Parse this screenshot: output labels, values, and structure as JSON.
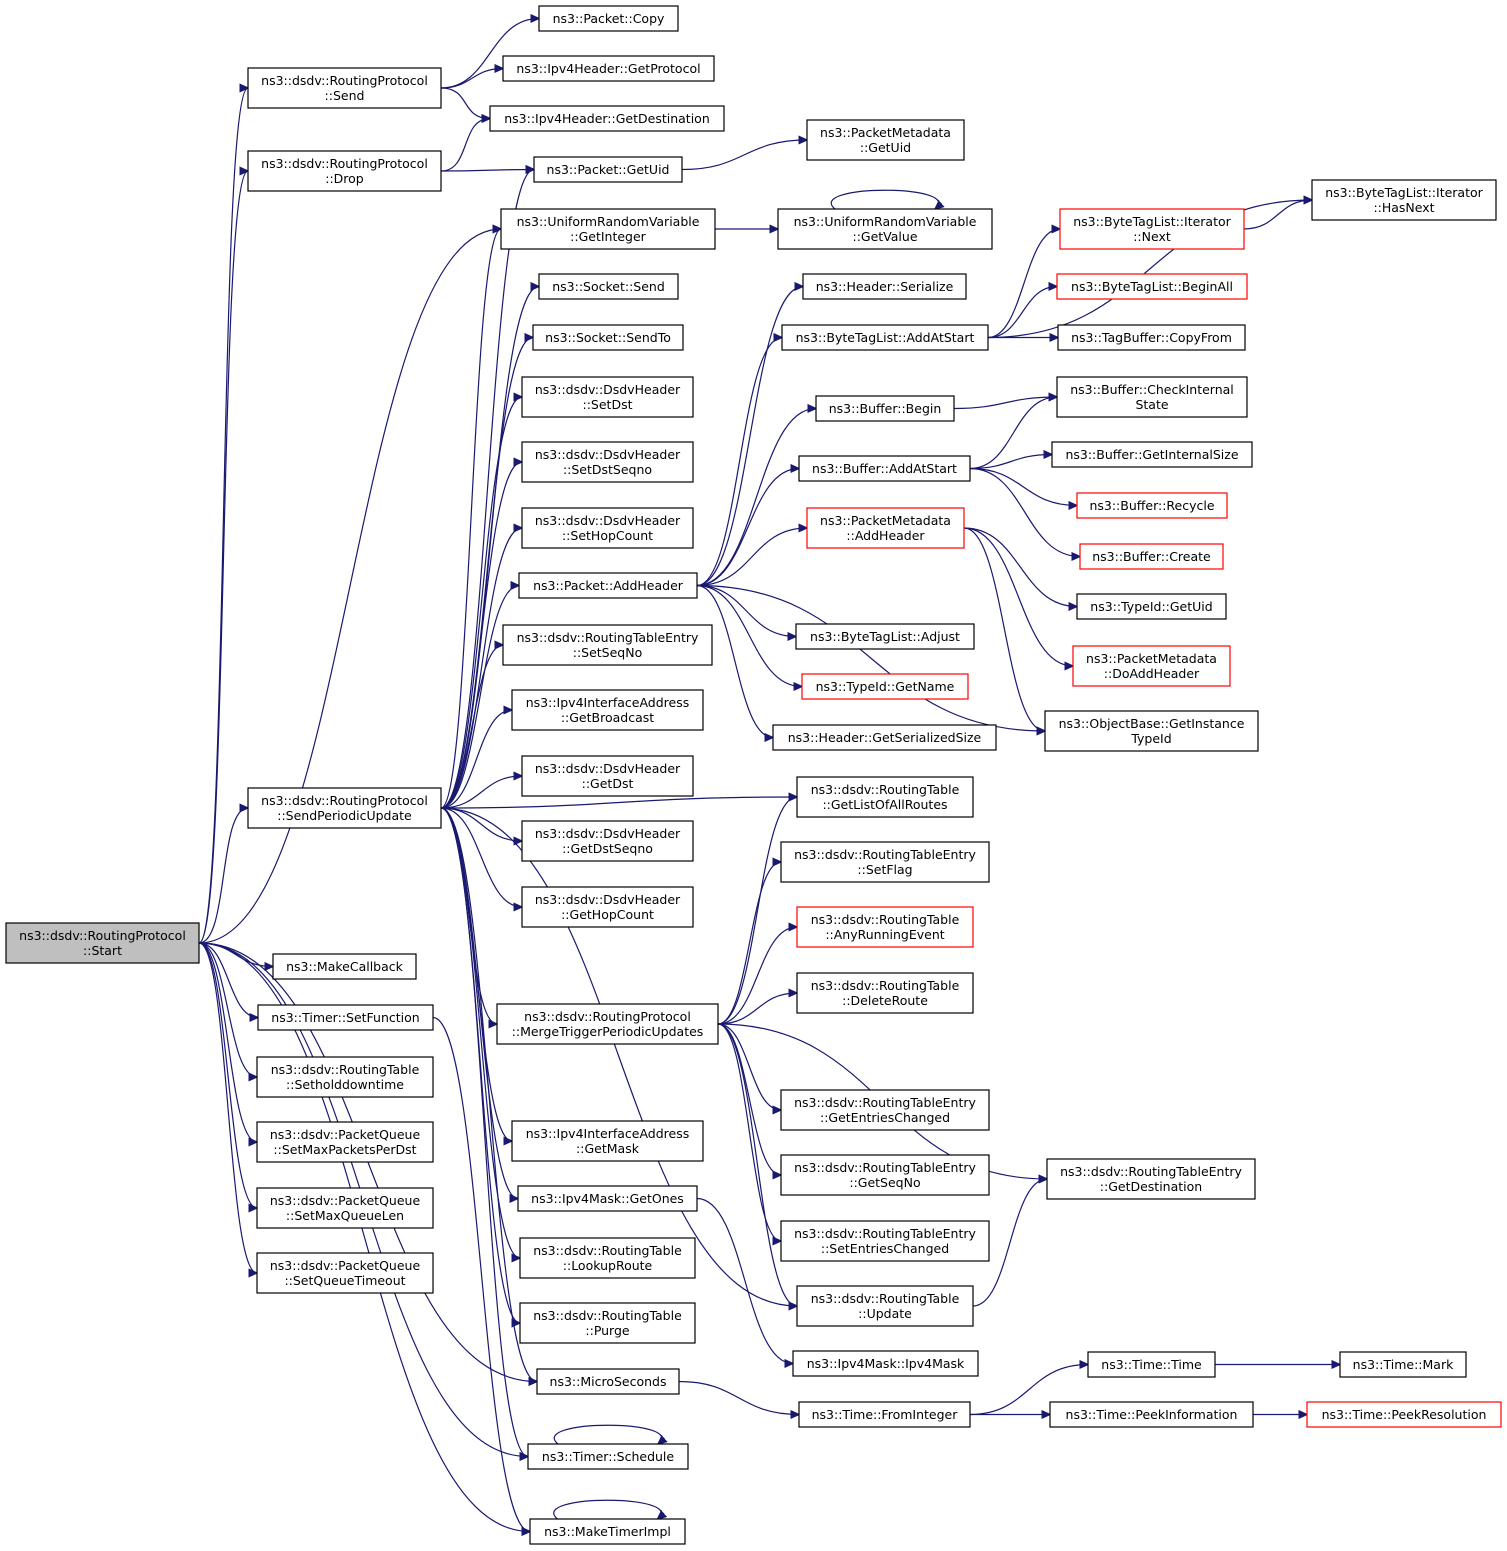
{
  "diagram": {
    "type": "call-graph",
    "colors": {
      "edge": "#191970",
      "root_fill": "#bfbfbf",
      "node_border": "#000000",
      "truncated_border": "#ff0000"
    },
    "nodes": [
      {
        "id": "start",
        "lines": [
          "ns3::dsdv::RoutingProtocol",
          "::Start"
        ],
        "style": "root"
      },
      {
        "id": "send",
        "lines": [
          "ns3::dsdv::RoutingProtocol",
          "::Send"
        ]
      },
      {
        "id": "drop",
        "lines": [
          "ns3::dsdv::RoutingProtocol",
          "::Drop"
        ]
      },
      {
        "id": "sendperiodic",
        "lines": [
          "ns3::dsdv::RoutingProtocol",
          "::SendPeriodicUpdate"
        ]
      },
      {
        "id": "makecallback",
        "lines": [
          "ns3::MakeCallback"
        ]
      },
      {
        "id": "timersetfunction",
        "lines": [
          "ns3::Timer::SetFunction"
        ]
      },
      {
        "id": "setholddown",
        "lines": [
          "ns3::dsdv::RoutingTable",
          "::Setholddowntime"
        ]
      },
      {
        "id": "setmaxpackets",
        "lines": [
          "ns3::dsdv::PacketQueue",
          "::SetMaxPacketsPerDst"
        ]
      },
      {
        "id": "setmaxqueuelen",
        "lines": [
          "ns3::dsdv::PacketQueue",
          "::SetMaxQueueLen"
        ]
      },
      {
        "id": "setqueuetimeout",
        "lines": [
          "ns3::dsdv::PacketQueue",
          "::SetQueueTimeout"
        ]
      },
      {
        "id": "packetcopy",
        "lines": [
          "ns3::Packet::Copy"
        ]
      },
      {
        "id": "getprotocol",
        "lines": [
          "ns3::Ipv4Header::GetProtocol"
        ]
      },
      {
        "id": "getdestination",
        "lines": [
          "ns3::Ipv4Header::GetDestination"
        ]
      },
      {
        "id": "packetgetuid",
        "lines": [
          "ns3::Packet::GetUid"
        ]
      },
      {
        "id": "urvgetinteger",
        "lines": [
          "ns3::UniformRandomVariable",
          "::GetInteger"
        ]
      },
      {
        "id": "socketsend",
        "lines": [
          "ns3::Socket::Send"
        ]
      },
      {
        "id": "socketsendto",
        "lines": [
          "ns3::Socket::SendTo"
        ]
      },
      {
        "id": "setdst",
        "lines": [
          "ns3::dsdv::DsdvHeader",
          "::SetDst"
        ]
      },
      {
        "id": "setdstseqno",
        "lines": [
          "ns3::dsdv::DsdvHeader",
          "::SetDstSeqno"
        ]
      },
      {
        "id": "sethopcount",
        "lines": [
          "ns3::dsdv::DsdvHeader",
          "::SetHopCount"
        ]
      },
      {
        "id": "packetaddheader",
        "lines": [
          "ns3::Packet::AddHeader"
        ]
      },
      {
        "id": "rtesetseqno",
        "lines": [
          "ns3::dsdv::RoutingTableEntry",
          "::SetSeqNo"
        ]
      },
      {
        "id": "ifaddrgetbroadcast",
        "lines": [
          "ns3::Ipv4InterfaceAddress",
          "::GetBroadcast"
        ]
      },
      {
        "id": "getdst",
        "lines": [
          "ns3::dsdv::DsdvHeader",
          "::GetDst"
        ]
      },
      {
        "id": "getdstseqno",
        "lines": [
          "ns3::dsdv::DsdvHeader",
          "::GetDstSeqno"
        ]
      },
      {
        "id": "gethopcount",
        "lines": [
          "ns3::dsdv::DsdvHeader",
          "::GetHopCount"
        ]
      },
      {
        "id": "mergetrigger",
        "lines": [
          "ns3::dsdv::RoutingProtocol",
          "::MergeTriggerPeriodicUpdates"
        ]
      },
      {
        "id": "ifaddrgetmask",
        "lines": [
          "ns3::Ipv4InterfaceAddress",
          "::GetMask"
        ]
      },
      {
        "id": "maskgetones",
        "lines": [
          "ns3::Ipv4Mask::GetOnes"
        ]
      },
      {
        "id": "rtlookuproute",
        "lines": [
          "ns3::dsdv::RoutingTable",
          "::LookupRoute"
        ]
      },
      {
        "id": "rtpurge",
        "lines": [
          "ns3::dsdv::RoutingTable",
          "::Purge"
        ]
      },
      {
        "id": "microseconds",
        "lines": [
          "ns3::MicroSeconds"
        ]
      },
      {
        "id": "timerschedule",
        "lines": [
          "ns3::Timer::Schedule"
        ]
      },
      {
        "id": "maketimerimpl",
        "lines": [
          "ns3::MakeTimerImpl"
        ]
      },
      {
        "id": "pmgetuid",
        "lines": [
          "ns3::PacketMetadata",
          "::GetUid"
        ]
      },
      {
        "id": "urvgetvalue",
        "lines": [
          "ns3::UniformRandomVariable",
          "::GetValue"
        ]
      },
      {
        "id": "headerserialize",
        "lines": [
          "ns3::Header::Serialize"
        ]
      },
      {
        "id": "btladdatstart",
        "lines": [
          "ns3::ByteTagList::AddAtStart"
        ]
      },
      {
        "id": "bufferbegin",
        "lines": [
          "ns3::Buffer::Begin"
        ]
      },
      {
        "id": "bufferaddatstart",
        "lines": [
          "ns3::Buffer::AddAtStart"
        ]
      },
      {
        "id": "pmaddheader",
        "lines": [
          "ns3::PacketMetadata",
          "::AddHeader"
        ],
        "style": "red"
      },
      {
        "id": "btladjust",
        "lines": [
          "ns3::ByteTagList::Adjust"
        ]
      },
      {
        "id": "typeidgetname",
        "lines": [
          "ns3::TypeId::GetName"
        ],
        "style": "red"
      },
      {
        "id": "headergetserializedsize",
        "lines": [
          "ns3::Header::GetSerializedSize"
        ]
      },
      {
        "id": "rtgetlistofallroutes",
        "lines": [
          "ns3::dsdv::RoutingTable",
          "::GetListOfAllRoutes"
        ]
      },
      {
        "id": "rtesetflag",
        "lines": [
          "ns3::dsdv::RoutingTableEntry",
          "::SetFlag"
        ]
      },
      {
        "id": "rtanyrunningevent",
        "lines": [
          "ns3::dsdv::RoutingTable",
          "::AnyRunningEvent"
        ],
        "style": "red"
      },
      {
        "id": "rtdeleteroute",
        "lines": [
          "ns3::dsdv::RoutingTable",
          "::DeleteRoute"
        ]
      },
      {
        "id": "rtegetentrieschanged",
        "lines": [
          "ns3::dsdv::RoutingTableEntry",
          "::GetEntriesChanged"
        ]
      },
      {
        "id": "rtegetseqno",
        "lines": [
          "ns3::dsdv::RoutingTableEntry",
          "::GetSeqNo"
        ]
      },
      {
        "id": "rtesetentrieschanged",
        "lines": [
          "ns3::dsdv::RoutingTableEntry",
          "::SetEntriesChanged"
        ]
      },
      {
        "id": "rtupdate",
        "lines": [
          "ns3::dsdv::RoutingTable",
          "::Update"
        ]
      },
      {
        "id": "maskipv4mask",
        "lines": [
          "ns3::Ipv4Mask::Ipv4Mask"
        ]
      },
      {
        "id": "timefrominteger",
        "lines": [
          "ns3::Time::FromInteger"
        ]
      },
      {
        "id": "btlitnext",
        "lines": [
          "ns3::ByteTagList::Iterator",
          "::Next"
        ],
        "style": "red"
      },
      {
        "id": "btlbeginall",
        "lines": [
          "ns3::ByteTagList::BeginAll"
        ],
        "style": "red"
      },
      {
        "id": "tagbuffercopyfrom",
        "lines": [
          "ns3::TagBuffer::CopyFrom"
        ]
      },
      {
        "id": "buffercheckinternal",
        "lines": [
          "ns3::Buffer::CheckInternal",
          "State"
        ]
      },
      {
        "id": "buffergetinternalsize",
        "lines": [
          "ns3::Buffer::GetInternalSize"
        ]
      },
      {
        "id": "bufferrecycle",
        "lines": [
          "ns3::Buffer::Recycle"
        ],
        "style": "red"
      },
      {
        "id": "buffercreate",
        "lines": [
          "ns3::Buffer::Create"
        ],
        "style": "red"
      },
      {
        "id": "typeidgetuid",
        "lines": [
          "ns3::TypeId::GetUid"
        ]
      },
      {
        "id": "pmdoaddheader",
        "lines": [
          "ns3::PacketMetadata",
          "::DoAddHeader"
        ],
        "style": "red"
      },
      {
        "id": "objbasegetinstance",
        "lines": [
          "ns3::ObjectBase::GetInstance",
          "TypeId"
        ]
      },
      {
        "id": "rtegetdestination",
        "lines": [
          "ns3::dsdv::RoutingTableEntry",
          "::GetDestination"
        ]
      },
      {
        "id": "timetime",
        "lines": [
          "ns3::Time::Time"
        ]
      },
      {
        "id": "timepeekinformation",
        "lines": [
          "ns3::Time::PeekInformation"
        ]
      },
      {
        "id": "btlithasnext",
        "lines": [
          "ns3::ByteTagList::Iterator",
          "::HasNext"
        ]
      },
      {
        "id": "timemark",
        "lines": [
          "ns3::Time::Mark"
        ]
      },
      {
        "id": "timepeekresolution",
        "lines": [
          "ns3::Time::PeekResolution"
        ],
        "style": "red"
      }
    ],
    "edges": [
      [
        "start",
        "send"
      ],
      [
        "start",
        "drop"
      ],
      [
        "start",
        "urvgetinteger"
      ],
      [
        "start",
        "sendperiodic"
      ],
      [
        "start",
        "makecallback"
      ],
      [
        "start",
        "timersetfunction"
      ],
      [
        "start",
        "setholddown"
      ],
      [
        "start",
        "setmaxpackets"
      ],
      [
        "start",
        "setmaxqueuelen"
      ],
      [
        "start",
        "setqueuetimeout"
      ],
      [
        "start",
        "microseconds"
      ],
      [
        "start",
        "timerschedule"
      ],
      [
        "start",
        "maketimerimpl"
      ],
      [
        "send",
        "packetcopy"
      ],
      [
        "send",
        "getprotocol"
      ],
      [
        "send",
        "getdestination"
      ],
      [
        "drop",
        "getdestination"
      ],
      [
        "drop",
        "packetgetuid"
      ],
      [
        "sendperiodic",
        "packetgetuid"
      ],
      [
        "sendperiodic",
        "urvgetinteger"
      ],
      [
        "sendperiodic",
        "socketsend"
      ],
      [
        "sendperiodic",
        "socketsendto"
      ],
      [
        "sendperiodic",
        "setdst"
      ],
      [
        "sendperiodic",
        "setdstseqno"
      ],
      [
        "sendperiodic",
        "sethopcount"
      ],
      [
        "sendperiodic",
        "packetaddheader"
      ],
      [
        "sendperiodic",
        "rtesetseqno"
      ],
      [
        "sendperiodic",
        "ifaddrgetbroadcast"
      ],
      [
        "sendperiodic",
        "getdst"
      ],
      [
        "sendperiodic",
        "getdstseqno"
      ],
      [
        "sendperiodic",
        "gethopcount"
      ],
      [
        "sendperiodic",
        "mergetrigger"
      ],
      [
        "sendperiodic",
        "ifaddrgetmask"
      ],
      [
        "sendperiodic",
        "maskgetones"
      ],
      [
        "sendperiodic",
        "rtlookuproute"
      ],
      [
        "sendperiodic",
        "rtpurge"
      ],
      [
        "sendperiodic",
        "microseconds"
      ],
      [
        "sendperiodic",
        "timerschedule"
      ],
      [
        "sendperiodic",
        "rtgetlistofallroutes"
      ],
      [
        "sendperiodic",
        "rtupdate"
      ],
      [
        "timersetfunction",
        "maketimerimpl"
      ],
      [
        "maketimerimpl",
        "maketimerimpl"
      ],
      [
        "timerschedule",
        "timerschedule"
      ],
      [
        "packetgetuid",
        "pmgetuid"
      ],
      [
        "urvgetinteger",
        "urvgetvalue"
      ],
      [
        "urvgetvalue",
        "urvgetvalue"
      ],
      [
        "packetaddheader",
        "headerserialize"
      ],
      [
        "packetaddheader",
        "btladdatstart"
      ],
      [
        "packetaddheader",
        "bufferbegin"
      ],
      [
        "packetaddheader",
        "bufferaddatstart"
      ],
      [
        "packetaddheader",
        "pmaddheader"
      ],
      [
        "packetaddheader",
        "btladjust"
      ],
      [
        "packetaddheader",
        "typeidgetname"
      ],
      [
        "packetaddheader",
        "headergetserializedsize"
      ],
      [
        "packetaddheader",
        "objbasegetinstance"
      ],
      [
        "mergetrigger",
        "rtgetlistofallroutes"
      ],
      [
        "mergetrigger",
        "rtesetflag"
      ],
      [
        "mergetrigger",
        "rtanyrunningevent"
      ],
      [
        "mergetrigger",
        "rtdeleteroute"
      ],
      [
        "mergetrigger",
        "rtegetentrieschanged"
      ],
      [
        "mergetrigger",
        "rtegetseqno"
      ],
      [
        "mergetrigger",
        "rtesetentrieschanged"
      ],
      [
        "mergetrigger",
        "rtupdate"
      ],
      [
        "mergetrigger",
        "rtegetdestination"
      ],
      [
        "maskgetones",
        "maskipv4mask"
      ],
      [
        "microseconds",
        "timefrominteger"
      ],
      [
        "btladdatstart",
        "btlitnext"
      ],
      [
        "btladdatstart",
        "btlbeginall"
      ],
      [
        "btladdatstart",
        "tagbuffercopyfrom"
      ],
      [
        "btladdatstart",
        "btlithasnext"
      ],
      [
        "btlitnext",
        "btlithasnext"
      ],
      [
        "bufferbegin",
        "buffercheckinternal"
      ],
      [
        "bufferaddatstart",
        "buffercheckinternal"
      ],
      [
        "bufferaddatstart",
        "buffergetinternalsize"
      ],
      [
        "bufferaddatstart",
        "bufferrecycle"
      ],
      [
        "bufferaddatstart",
        "buffercreate"
      ],
      [
        "pmaddheader",
        "typeidgetuid"
      ],
      [
        "pmaddheader",
        "pmdoaddheader"
      ],
      [
        "pmaddheader",
        "objbasegetinstance"
      ],
      [
        "rtupdate",
        "rtegetdestination"
      ],
      [
        "timefrominteger",
        "timetime"
      ],
      [
        "timefrominteger",
        "timepeekinformation"
      ],
      [
        "timetime",
        "timemark"
      ],
      [
        "timepeekinformation",
        "timepeekresolution"
      ]
    ]
  }
}
